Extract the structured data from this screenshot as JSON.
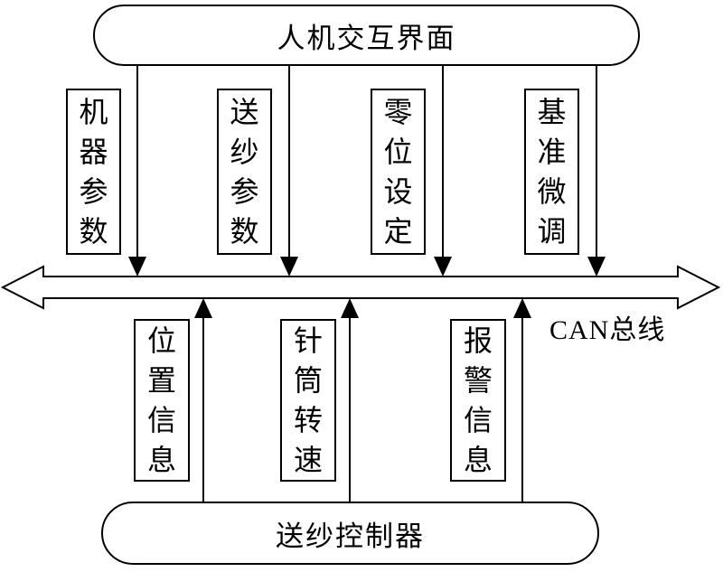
{
  "nodes": {
    "hmi": "人机交互界面",
    "controller": "送纱控制器"
  },
  "bus": {
    "label": "CAN总线"
  },
  "downlink": [
    {
      "label": "机器参数"
    },
    {
      "label": "送纱参数"
    },
    {
      "label": "零位设定"
    },
    {
      "label": "基准微调"
    }
  ],
  "uplink": [
    {
      "label": "位置信息"
    },
    {
      "label": "针筒转速"
    },
    {
      "label": "报警信息"
    }
  ],
  "colors": {
    "line": "#000000",
    "background": "#ffffff"
  }
}
